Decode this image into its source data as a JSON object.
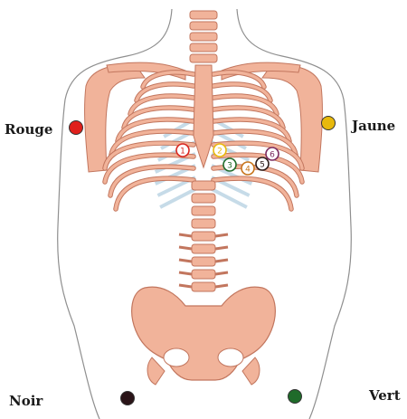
{
  "limb_electrodes": [
    {
      "id": "rouge",
      "label": "Rouge",
      "color": "#e0201c"
    },
    {
      "id": "jaune",
      "label": "Jaune",
      "color": "#e8b90c"
    },
    {
      "id": "noir",
      "label": "Noir",
      "color": "#2a1418"
    },
    {
      "id": "vert",
      "label": "Vert",
      "color": "#1f6b2a"
    }
  ],
  "chest_electrodes": [
    {
      "label": "1",
      "color": "#d9261f"
    },
    {
      "label": "2",
      "color": "#e8b90c"
    },
    {
      "label": "3",
      "color": "#1f6b2a"
    },
    {
      "label": "4",
      "color": "#c7741a"
    },
    {
      "label": "5",
      "color": "#2a1a18"
    },
    {
      "label": "6",
      "color": "#7a2a5e"
    }
  ],
  "colors": {
    "bone": "#f1b39a",
    "bone_stroke": "#c2765e",
    "cartilage": "#c6dbe8",
    "outline": "#8f8f8f"
  }
}
